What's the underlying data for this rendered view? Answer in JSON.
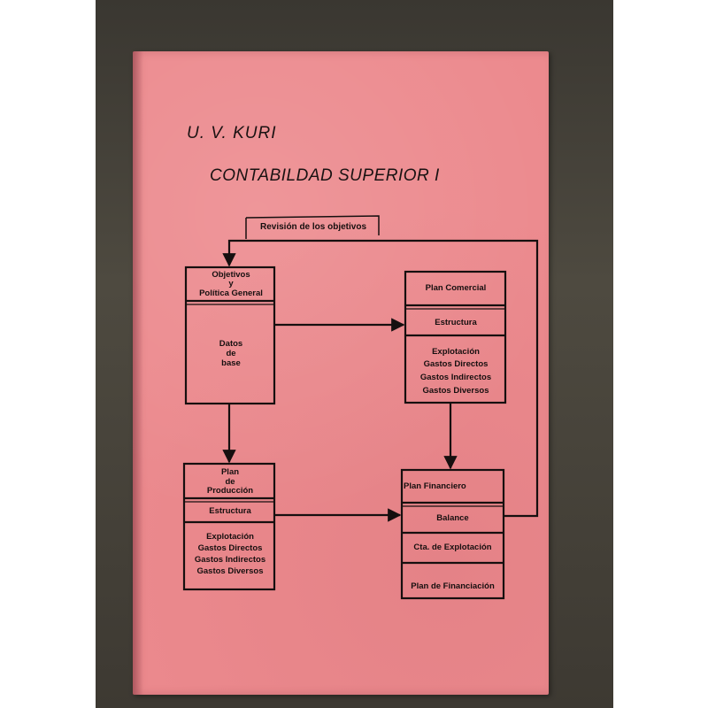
{
  "cover": {
    "author": "U. V. KURI",
    "title": "CONTABILDAD  SUPERIOR  I"
  },
  "diagram": {
    "loop_label": "Revisión de los objetivos",
    "objetivos": {
      "header_line1": "Objetivos",
      "header_line2": "y",
      "header_line3": "Política General",
      "body_line1": "Datos",
      "body_line2": "de",
      "body_line3": "base"
    },
    "plan_comercial": {
      "title": "Plan Comercial",
      "estructura": "Estructura",
      "explotacion": "Explotación",
      "gastos_directos": "Gastos Directos",
      "gastos_indirectos": "Gastos Indirectos",
      "gastos_diversos": "Gastos Diversos"
    },
    "plan_produccion": {
      "title_line1": "Plan",
      "title_line2": "de",
      "title_line3": "Producción",
      "estructura": "Estructura",
      "explotacion": "Explotación",
      "gastos_directos": "Gastos Directos",
      "gastos_indirectos": "Gastos Indirectos",
      "gastos_diversos": "Gastos Diversos"
    },
    "plan_financiero": {
      "title": "Plan Financiero",
      "balance": "Balance",
      "cta_explotacion": "Cta. de Explotación",
      "plan_financiacion": "Plan de Financiación"
    }
  },
  "colors": {
    "cover": "#ec8a8e",
    "ink": "#160f0f",
    "backdrop": "#3a3731"
  }
}
